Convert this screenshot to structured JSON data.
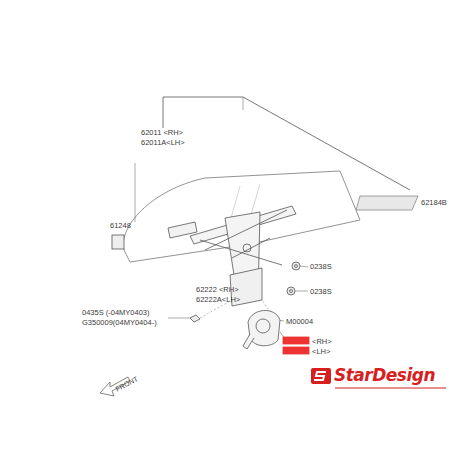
{
  "diagram": {
    "labels": [
      "62011 <RH>",
      "62011A<LH>",
      "62184B",
      "61248",
      "0238S",
      "0238S",
      "62222 <RH>",
      "62222A<LH>",
      "0435S (-04MY0403)",
      "G350009(04MY0404-)",
      "M00004",
      "<RH>",
      "<LH>",
      "FRONT",
      "StarDesign"
    ]
  }
}
